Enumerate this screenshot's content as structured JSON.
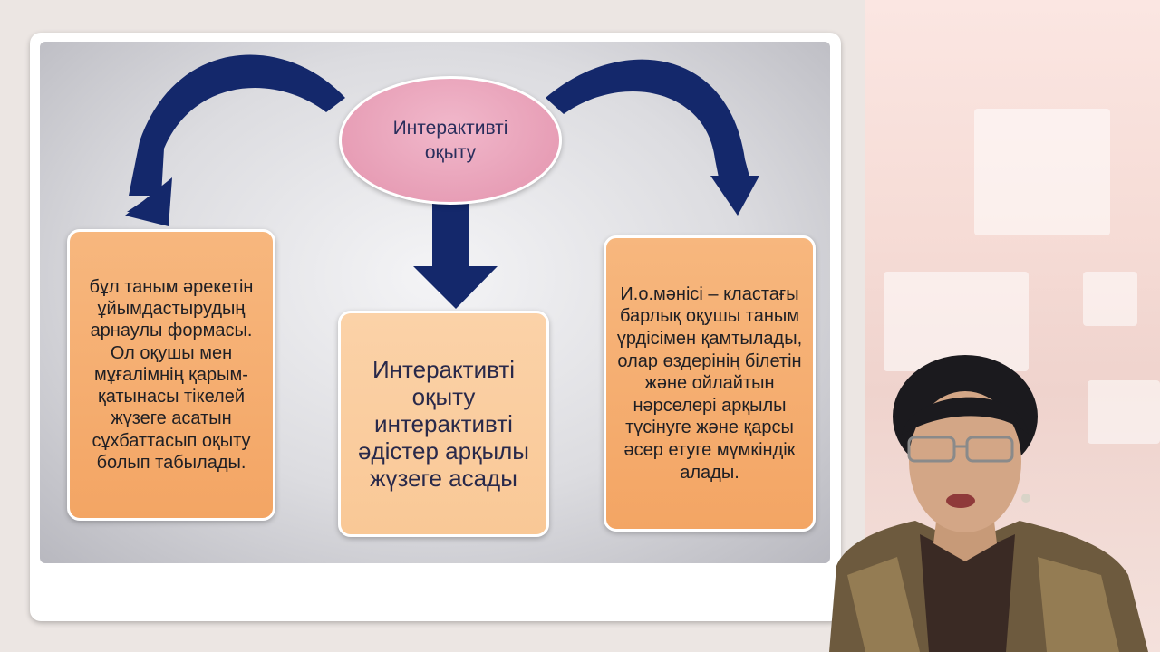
{
  "diagram": {
    "center_node": "Интерактивті оқыту",
    "left_box": "бұл таным әрекетін ұйымдастырудың арнаулы формасы. Ол оқушы мен мұғалімнің қарым-қатынасы тікелей жүзеге асатын сұхбаттасып оқыту болып табылады.",
    "middle_box": "Интерактивті оқыту интерактивті әдістер арқылы жүзеге асады",
    "right_box": "И.о.мәнісі – кластағы барлық оқушы таным үрдісімен қамтылады, олар өздерінің білетін және ойлайтын нәрселері арқылы түсінуге және қарсы әсер етуге мүмкіндік алады."
  },
  "colors": {
    "arrow": "#14286b",
    "ellipse_fill": "#e8a0b8",
    "box_fill": "#f4a96a",
    "middle_box_fill": "#f9ca9a"
  }
}
